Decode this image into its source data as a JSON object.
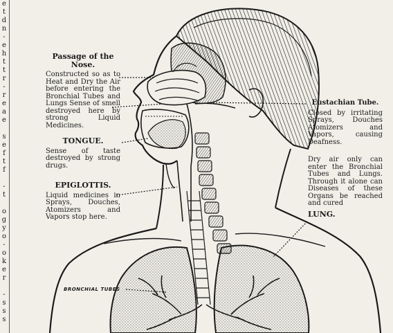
{
  "margin_chars": [
    "e",
    "t",
    "d",
    "n",
    "-",
    "e",
    "h",
    "t",
    "t",
    "r",
    "-",
    "r",
    "e",
    "a",
    "e",
    "",
    "s",
    "e",
    "f",
    "t",
    "f",
    "",
    "-",
    "t",
    "",
    "o",
    "g",
    "y",
    "o",
    "-",
    "o",
    "k",
    "e",
    "r",
    "",
    "-",
    "s",
    "s",
    "s"
  ],
  "labels": {
    "nose_head": "Passage of the Nose.",
    "nose_body": "Constructed so as to Heat and Dry the Air before entering the Bronchial Tubes and Lungs Sense of smell destroyed here by strong Liquid Medicines.",
    "tongue_head": "TONGUE.",
    "tongue_body": "Sense of taste destroyed by strong drugs.",
    "epiglottis_head": "EPIGLOTTIS.",
    "epiglottis_body": "Liquid medicines in Sprays, Douches, Atomizers and Vapors stop here.",
    "eustachian_head": "Eustachian Tube.",
    "eustachian_body": "Closed by irritating Sprays, Douches Atomizers and Vapors, causing Deafness.",
    "bronchial_body": "Dry air only can enter the Bronchial Tubes and Lungs. Through it alone can Diseases of these Organs be reached and cured",
    "lung_head": "LUNG.",
    "bronchial_tubes": "BRONCHIAL TUBES"
  },
  "colors": {
    "ink": "#1a1a1a",
    "paper": "#f1efe8"
  }
}
